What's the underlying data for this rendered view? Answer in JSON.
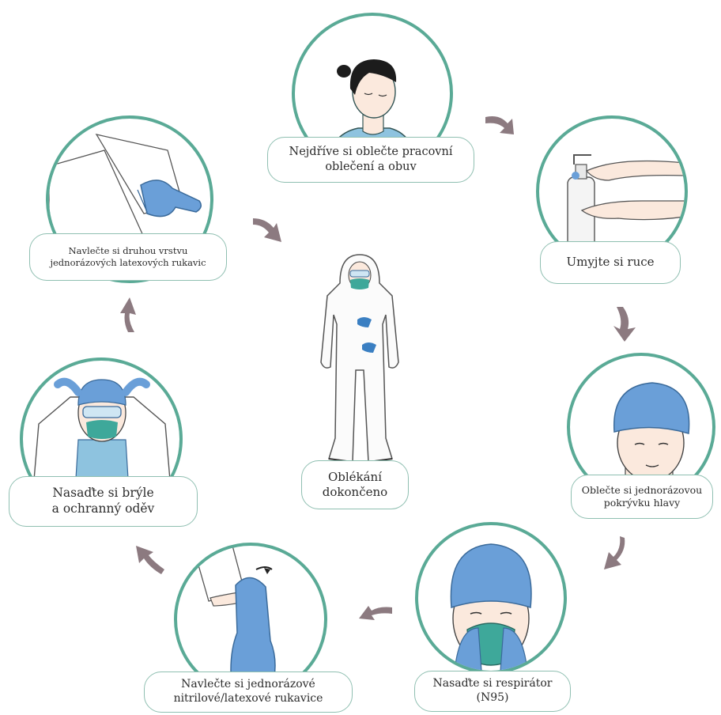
{
  "steps": [
    {
      "id": "work-clothes",
      "label": "Nejdříve si oblečte pracovní\noblečení a obuv"
    },
    {
      "id": "wash-hands",
      "label": "Umyjte si ruce"
    },
    {
      "id": "head-cover",
      "label": "Oblečte si jednorázovou\npokrývku hlavy"
    },
    {
      "id": "respirator",
      "label": "Nasaďte si respirátor\n(N95)"
    },
    {
      "id": "inner-gloves",
      "label": "Navlečte si jednorázové\nnitrilové/latexové rukavice"
    },
    {
      "id": "goggles-gown",
      "label": "Nasaďte si brýle\na ochranný oděv"
    },
    {
      "id": "outer-gloves",
      "label": "Navlečte si druhou vrstvu\njednorázových latexových rukavic"
    }
  ],
  "final": {
    "label": "Oblékání\ndokončeno"
  },
  "colors": {
    "ring": "#5aaa96",
    "arrow": "#8c7a80",
    "blue": "#6a9fd8",
    "skin": "#fbe9dd",
    "label_border": "#8fbfb1"
  }
}
